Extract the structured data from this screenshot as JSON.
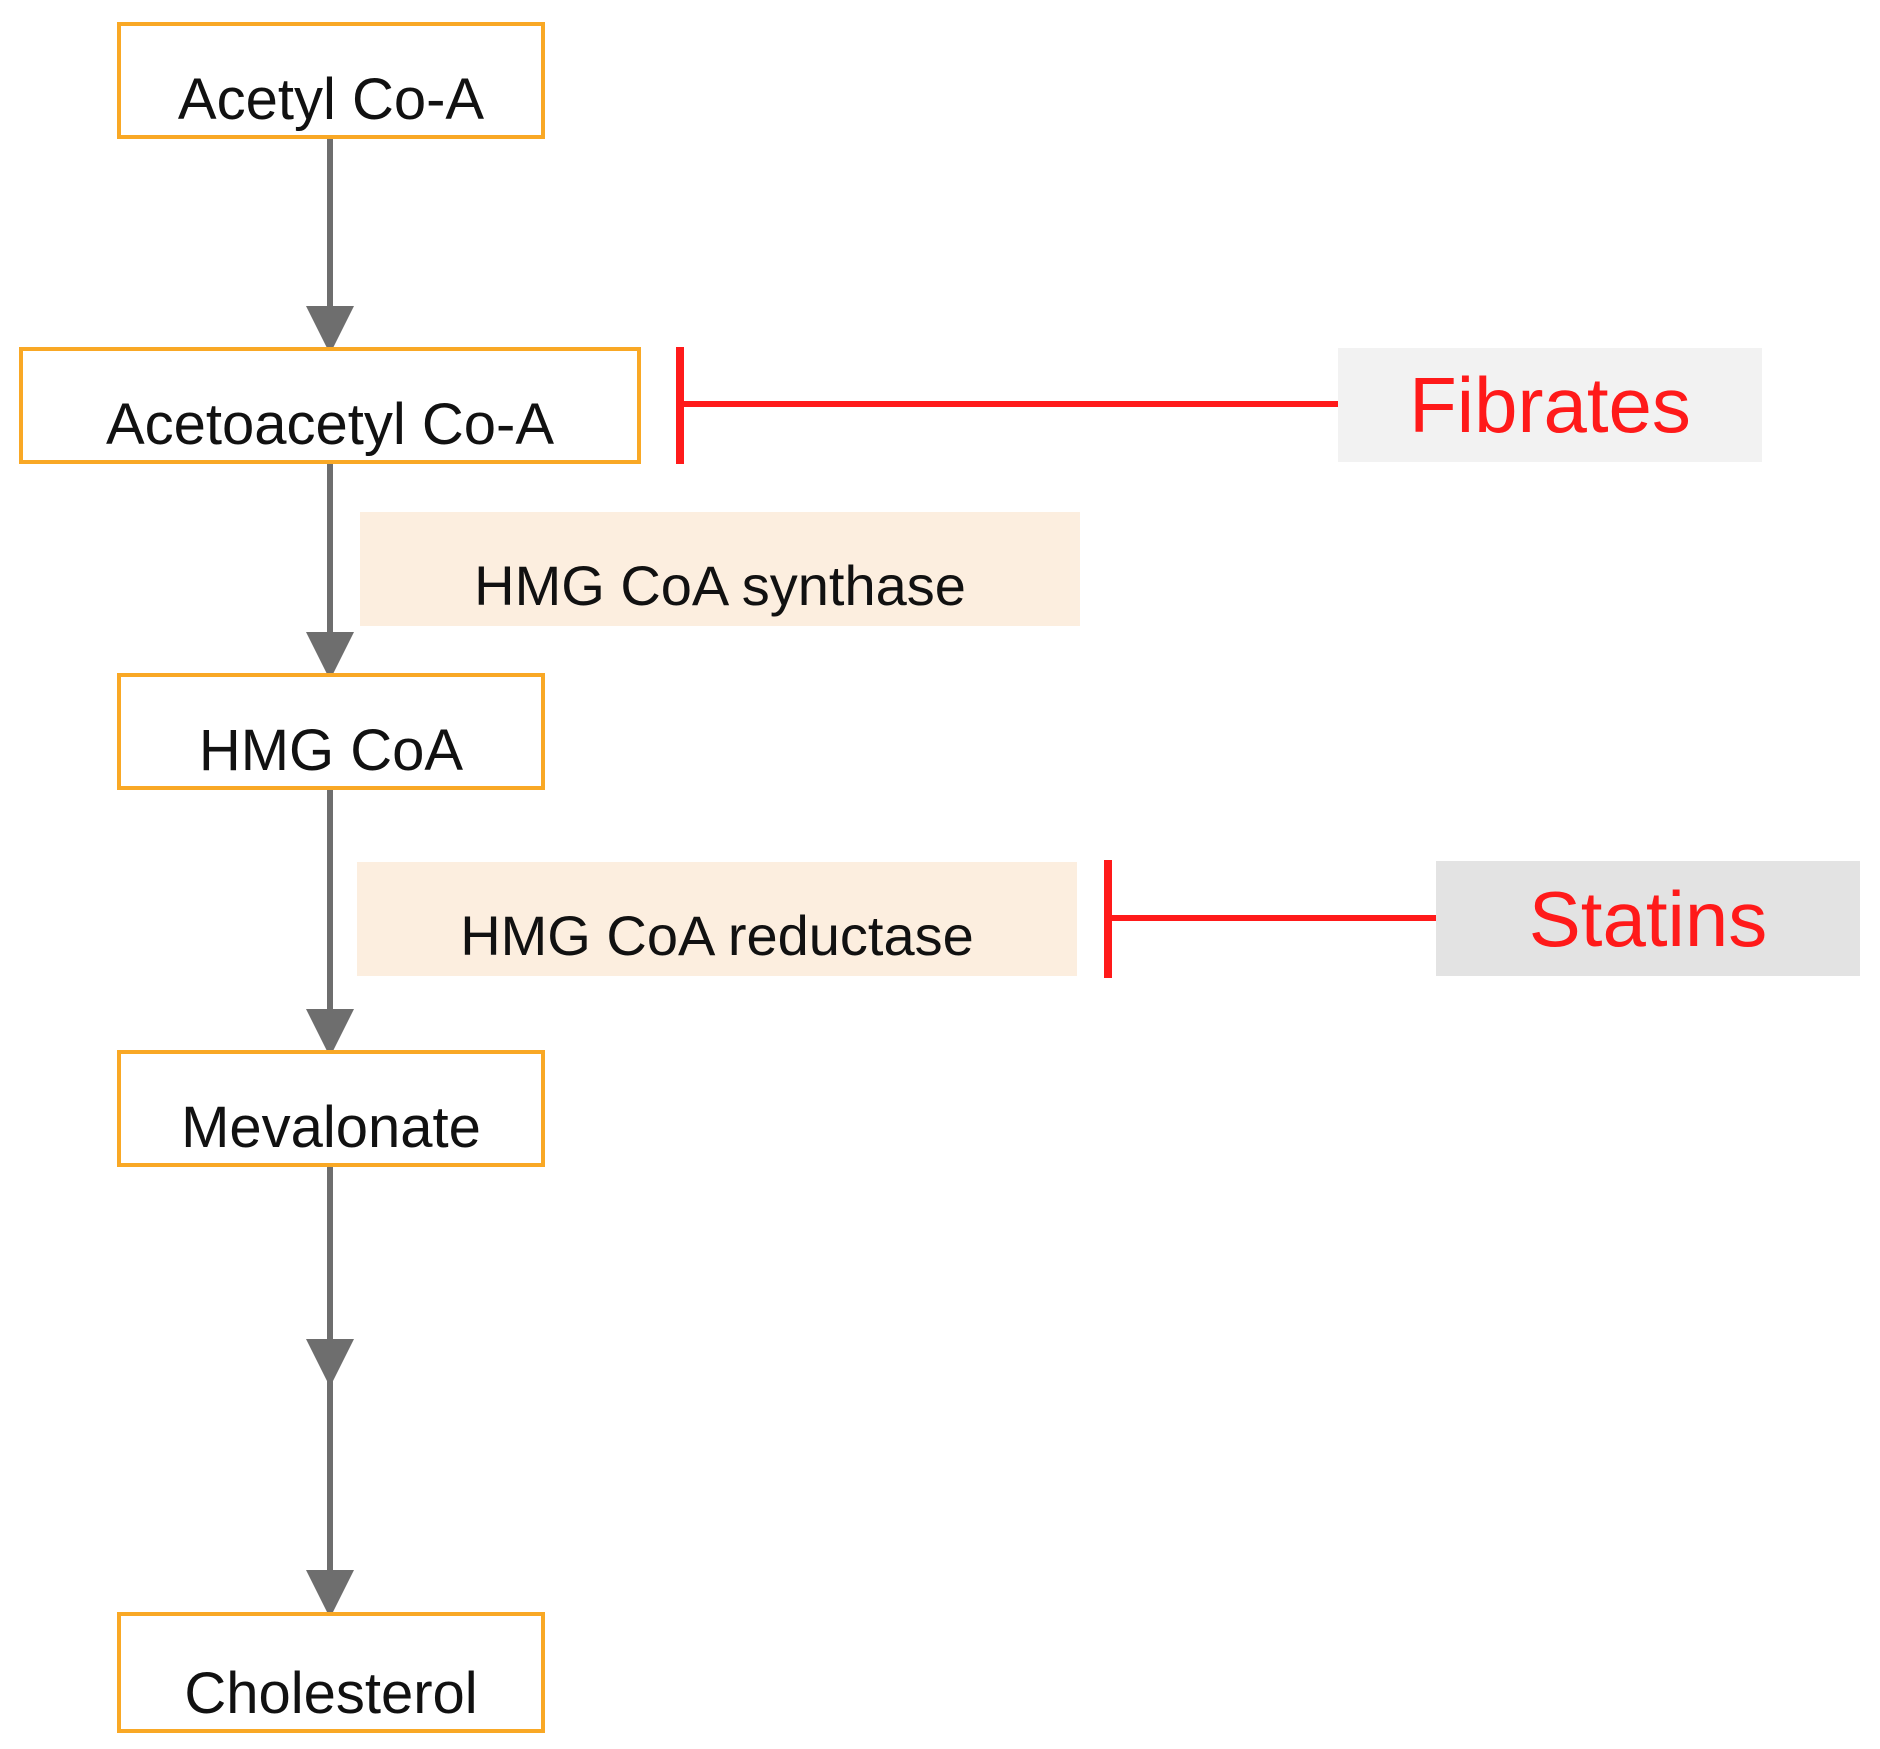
{
  "nodes": {
    "acetyl_coa": "Acetyl Co-A",
    "acetoacetyl_coa": "Acetoacetyl Co-A",
    "hmg_coa": "HMG CoA",
    "mevalonate": "Mevalonate",
    "cholesterol": "Cholesterol"
  },
  "enzymes": {
    "synthase": "HMG CoA synthase",
    "reductase": "HMG CoA reductase"
  },
  "inhibitors": {
    "fibrates": "Fibrates",
    "statins": "Statins"
  },
  "colors": {
    "node_border": "#F9A825",
    "enzyme_fill": "#FCEEDF",
    "inhibitor_text": "#FF1A1A",
    "inhibitor_line": "#FF1A1A",
    "arrow": "#6E6E6E"
  }
}
